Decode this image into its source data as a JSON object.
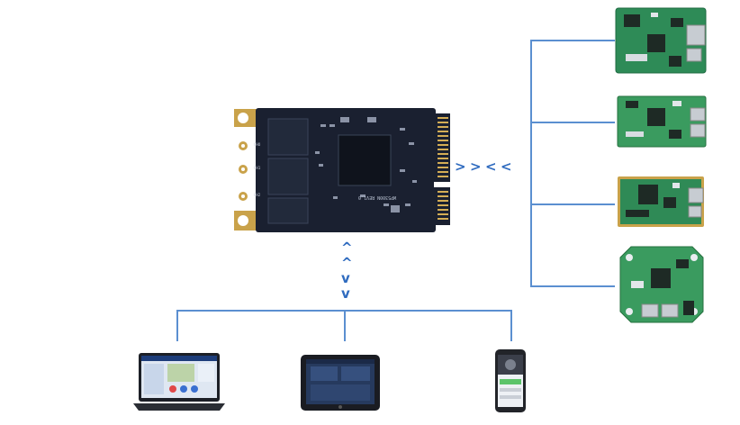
{
  "module": {
    "silkscreen": "WP5300N REV1.0",
    "connector_labels": [
      "CHO",
      "CH1",
      "CH2"
    ]
  },
  "arrows": {
    "horizontal": [
      ">",
      ">",
      "<",
      "<"
    ],
    "vertical": [
      "^",
      "^",
      "v",
      "v"
    ]
  },
  "boards": [
    "board-1",
    "board-2",
    "board-3",
    "board-4"
  ],
  "devices": [
    "laptop",
    "tablet",
    "smartphone"
  ],
  "colors": {
    "connector_line": "#5b8fd0",
    "arrow": "#2f6bbf",
    "pcb_dark": "#1a2030",
    "pcb_green": "#2e8b57",
    "gold": "#c9a24a"
  }
}
